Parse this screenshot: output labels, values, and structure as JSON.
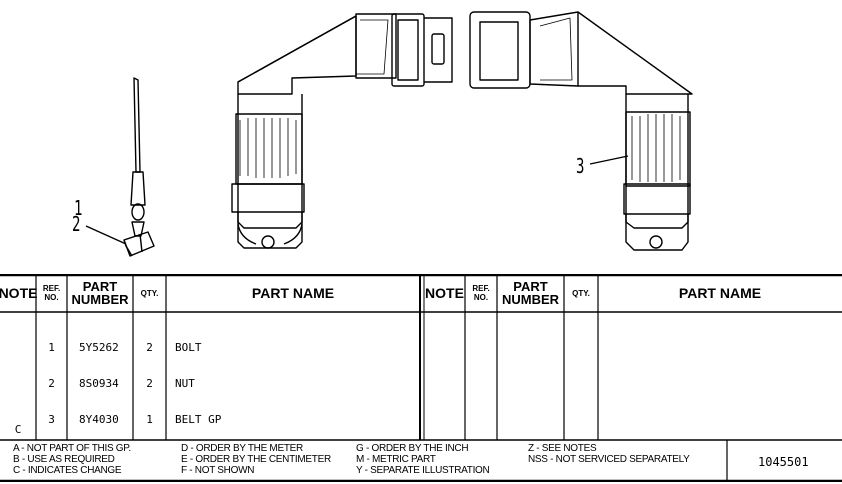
{
  "callouts": [
    "1",
    "2",
    "3"
  ],
  "headers": {
    "note": "NOTE",
    "ref_no": [
      "REF.",
      "NO."
    ],
    "part_number": [
      "PART",
      "NUMBER"
    ],
    "qty": "QTY.",
    "part_name": "PART NAME"
  },
  "rows": [
    {
      "note": "",
      "ref": "1",
      "part_number": "5Y5262",
      "qty": "2",
      "part_name": "BOLT"
    },
    {
      "note": "",
      "ref": "2",
      "part_number": "8S0934",
      "qty": "2",
      "part_name": "NUT"
    },
    {
      "note": "C",
      "ref": "3",
      "part_number": "8Y4030",
      "qty": "1",
      "part_name": "BELT GP"
    }
  ],
  "legend": {
    "col1": [
      "A - NOT PART OF THIS GP.",
      "B - USE AS REQUIRED",
      "C - INDICATES CHANGE"
    ],
    "col2": [
      "D - ORDER BY THE METER",
      "E - ORDER BY THE CENTIMETER",
      "F - NOT SHOWN"
    ],
    "col3": [
      "G - ORDER BY THE INCH",
      "M - METRIC PART",
      "Y - SEPARATE ILLUSTRATION"
    ],
    "col4": [
      "Z - SEE NOTES",
      "NSS - NOT SERVICED SEPARATELY"
    ]
  },
  "reference_number": "1045501"
}
